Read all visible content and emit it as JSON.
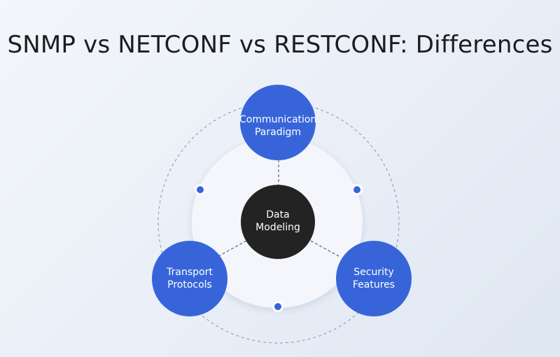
{
  "title": "SNMP vs NETCONF vs RESTCONF:  Differences",
  "center": {
    "line1": "Data",
    "line2": "Modeling"
  },
  "nodes": [
    {
      "key": "communication",
      "line1": "Communication",
      "line2": "Paradigm"
    },
    {
      "key": "transport",
      "line1": "Transport",
      "line2": "Protocols"
    },
    {
      "key": "security",
      "line1": "Security",
      "line2": "Features"
    }
  ],
  "colors": {
    "node_blue": "#3765d9",
    "center_dark": "#232323",
    "inner_disc": "#f3f5fb",
    "dashed_ring": "#7f8799",
    "connector": "#3a4a6b"
  }
}
